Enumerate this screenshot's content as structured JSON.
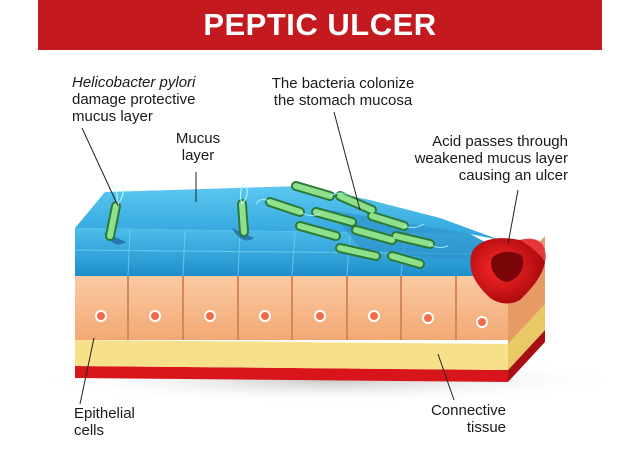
{
  "title": "PEPTIC ULCER",
  "labels": {
    "helicobacter": {
      "line1": "Helicobacter pylori",
      "line2": "damage protective",
      "line3": "mucus layer"
    },
    "bacteria_colonize": {
      "line1": "The bacteria colonize",
      "line2": "the stomach mucosa"
    },
    "mucus_layer": {
      "line1": "Mucus",
      "line2": "layer"
    },
    "acid": {
      "line1": "Acid passes through",
      "line2": "weakened mucus layer",
      "line3": "causing an ulcer"
    },
    "epithelial": {
      "line1": "Epithelial",
      "line2": "cells"
    },
    "connective": {
      "line1": "Connective",
      "line2": "tissue"
    }
  },
  "colors": {
    "banner": "#c41a1f",
    "mucus": "#3fb4e6",
    "epithelial": "#f6b98e",
    "connective": "#f7e08a",
    "base": "#d8151b",
    "bacteria": "#7ed07b"
  }
}
